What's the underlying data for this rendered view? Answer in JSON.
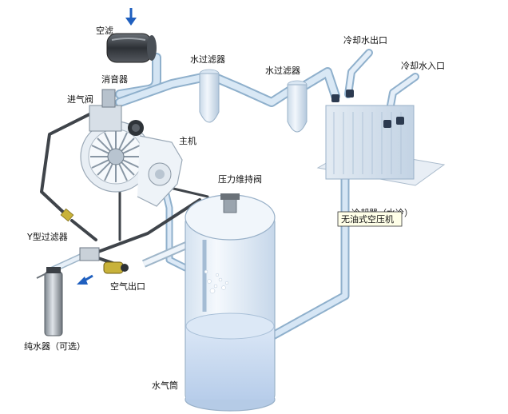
{
  "labels": {
    "air_filter": "空滤",
    "muffler": "消音器",
    "intake_valve": "进气阀",
    "water_filter_1": "水过滤器",
    "water_filter_2": "水过滤器",
    "cooling_water_outlet": "冷却水出口",
    "cooling_water_inlet": "冷却水入口",
    "main_unit": "主机",
    "pressure_valve": "压力维持阀",
    "y_filter": "Y型过滤器",
    "air_outlet": "空气出口",
    "water_purifier": "纯水器（可选）",
    "water_tank": "水气筒",
    "cooler": "冷却器（水冷）"
  },
  "tooltip": "无油式空压机",
  "colors": {
    "pipe": "#c6dcef",
    "pipe_edge": "#8fb0cc",
    "dark_pipe": "#4a4f55",
    "tank": "#e6eff8",
    "tank_water": "#c9dcf2",
    "arrow": "#1f5fbf",
    "brass": "#c8b23a"
  }
}
